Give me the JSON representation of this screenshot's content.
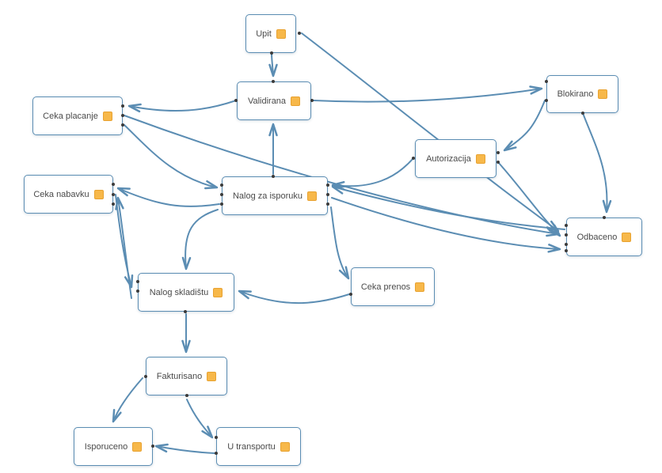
{
  "diagram": {
    "edge_color": "#5b8db3",
    "badge_color": "#f7b84a",
    "nodes": {
      "upit": {
        "label": "Upit"
      },
      "validirana": {
        "label": "Validirana"
      },
      "ceka_placanje": {
        "label": "Ceka placanje"
      },
      "blokirano": {
        "label": "Blokirano"
      },
      "autorizacija": {
        "label": "Autorizacija"
      },
      "ceka_nabavku": {
        "label": "Ceka nabavku"
      },
      "nalog_za_isporuku": {
        "label": "Nalog za isporuku"
      },
      "odbaceno": {
        "label": "Odbaceno"
      },
      "nalog_skladistu": {
        "label": "Nalog skladištu"
      },
      "ceka_prenos": {
        "label": "Ceka prenos"
      },
      "fakturisano": {
        "label": "Fakturisano"
      },
      "isporuceno": {
        "label": "Isporuceno"
      },
      "u_transportu": {
        "label": "U transportu"
      }
    }
  }
}
